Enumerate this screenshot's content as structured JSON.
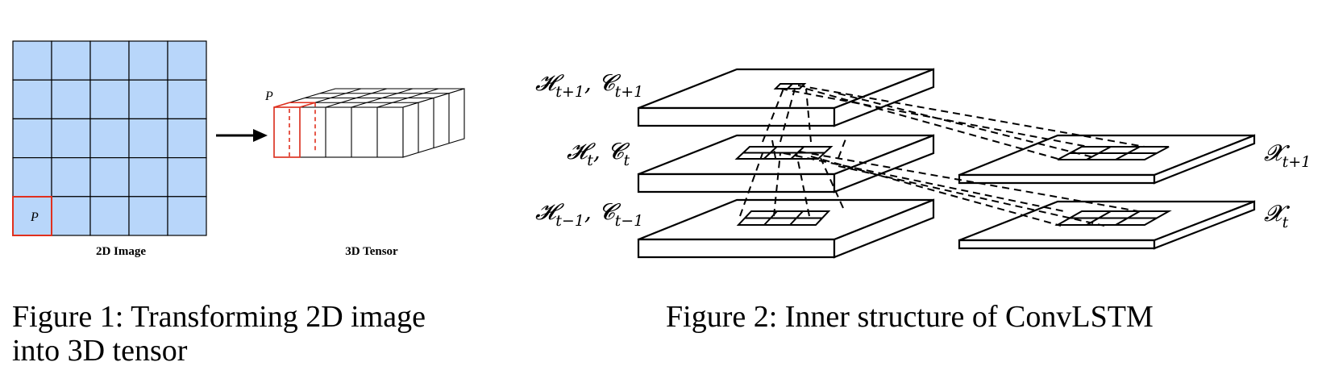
{
  "figure1": {
    "grid": {
      "rows": 5,
      "cols": 5,
      "fill": "#b8d6fa"
    },
    "highlight_color": "#e0301e",
    "cell_label": "P",
    "tensor_label": "P",
    "subcaption_left": "2D Image",
    "subcaption_right": "3D Tensor",
    "caption": "Figure 1:  Transforming 2D image into 3D tensor"
  },
  "figure2": {
    "labels": {
      "h_next": {
        "base": "𝓗",
        "sub1": "t+1",
        "mid": ", ",
        "base2": "𝓒",
        "sub2": "t+1"
      },
      "h_curr": {
        "base": "𝓗",
        "sub1": "t",
        "mid": ", ",
        "base2": "𝓒",
        "sub2": "t"
      },
      "h_prev": {
        "base": "𝓗",
        "sub1": "t−1",
        "mid": ", ",
        "base2": "𝓒",
        "sub2": "t−1"
      },
      "x_next": {
        "base": "𝓧",
        "sub1": "t+1"
      },
      "x_curr": {
        "base": "𝓧",
        "sub1": "t"
      }
    },
    "caption": "Figure 2: Inner structure of ConvLSTM"
  }
}
